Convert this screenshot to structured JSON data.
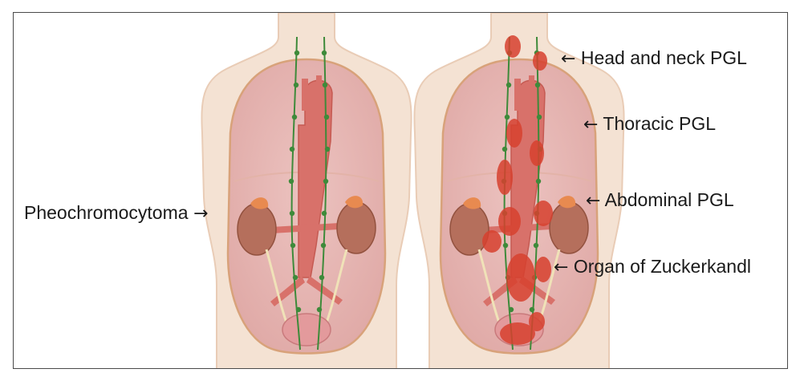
{
  "labels": {
    "pheochromocytoma": {
      "text": "Pheochromocytoma",
      "arrow": "→"
    },
    "head_neck": {
      "text": "Head and neck PGL",
      "arrow": "←"
    },
    "thoracic": {
      "text": "Thoracic PGL",
      "arrow": "←"
    },
    "abdominal": {
      "text": "Abdominal PGL",
      "arrow": "←"
    },
    "zuckerkandl": {
      "text": "Organ of Zuckerkandl",
      "arrow": "←"
    }
  },
  "colors": {
    "skin": "#f4e2d3",
    "skin_outline": "#e7c9b3",
    "cavity": "#e9b7b4",
    "cavity_outline": "#dba37c",
    "artery": "#d8716a",
    "kidney": "#b56f5c",
    "adrenal": "#e9a25a",
    "tumor": "#d7412f",
    "chain": "#3e8a3a"
  }
}
